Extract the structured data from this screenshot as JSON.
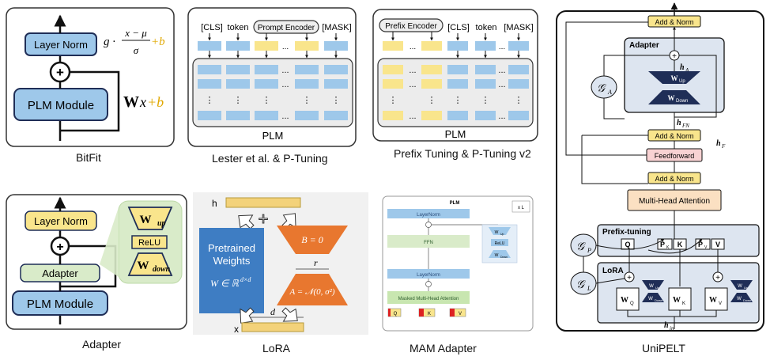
{
  "colors": {
    "blue": "#9ec8ea",
    "yellow": "#f9e58c",
    "green": "#d9ebc9",
    "pink": "#f8d2d3",
    "orange": "#fbe0c2",
    "navy": "#1f2e57",
    "lora_blue": "#3e7dc3",
    "lora_orange": "#e8772f",
    "gold": "#e7c255"
  },
  "bitfit": {
    "caption": "BitFit",
    "layer_norm": "Layer Norm",
    "plm_module": "PLM Module",
    "formula_g": "g ·",
    "formula_num": "x − μ",
    "formula_den": "σ",
    "formula_b": "+b",
    "wx_bold": "W",
    "wx_x": "x",
    "wx_b": "+b",
    "plus": "+"
  },
  "lester": {
    "caption": "Lester et al. & P-Tuning",
    "cls": "[CLS]",
    "token": "token",
    "prompt_encoder": "Prompt Encoder",
    "mask": "[MASK]",
    "dots": "...",
    "plm": "PLM"
  },
  "prefix": {
    "caption": "Prefix Tuning & P-Tuning v2",
    "prefix_encoder": "Prefix Encoder",
    "cls": "[CLS]",
    "token": "token",
    "mask": "[MASK]",
    "dots": "...",
    "plm": "PLM"
  },
  "adapter": {
    "caption": "Adapter",
    "layer_norm": "Layer Norm",
    "adapter": "Adapter",
    "plm_module": "PLM Module",
    "w_up": "W",
    "w_up_sub": "up",
    "relu": "ReLU",
    "w_down": "W",
    "w_down_sub": "down",
    "plus": "+"
  },
  "lora": {
    "caption": "LoRA",
    "h": "h",
    "x": "x",
    "pretrained": "Pretrained",
    "weights": "Weights",
    "w_dim": "W ∈ ℝ",
    "w_dim_sup": "d×d",
    "b_zero": "B = 0",
    "a_init": "A = 𝒩(0, σ²)",
    "r": "r",
    "d": "d",
    "plus": "+"
  },
  "mam": {
    "caption": "MAM Adapter",
    "plm": "PLM",
    "xl": "x L",
    "layernorm_top": "LayerNorm",
    "ffn": "FFN",
    "layernorm_bottom": "LayerNorm",
    "mha": "Masked Multi-Head Attention",
    "q": "Q",
    "k": "K",
    "v": "V",
    "w_up": "W",
    "w_up_sub": "Up",
    "relu": "ReLU",
    "w_down": "W",
    "w_down_sub": "Down"
  },
  "unipelt": {
    "caption": "UniPELT",
    "add_norm": "Add & Norm",
    "adapter": "Adapter",
    "h_a": "h",
    "h_a_sub": "A",
    "w_up": "W",
    "w_up_sub": "Up",
    "w_down": "W",
    "w_down_sub": "Down",
    "g": "𝒢",
    "g_a_sub": "A",
    "g_p_sub": "P",
    "g_l_sub": "L",
    "h_fn": "h",
    "h_fn_sub": "FN",
    "h_f": "h",
    "h_f_sub": "F",
    "feedforward": "Feedforward",
    "mha": "Multi-Head Attention",
    "prefix_tuning": "Prefix-tuning",
    "q": "Q",
    "k": "K",
    "pk": "P",
    "pk_sub": "K",
    "pv": "P",
    "pv_sub": "V",
    "v": "V",
    "lora": "LoRA",
    "wq": "W",
    "wq_sub": "Q",
    "wk": "W",
    "wk_sub": "K",
    "wv": "W",
    "wv_sub": "V",
    "h_in": "h",
    "h_in_sub": "in",
    "plus": "+"
  }
}
